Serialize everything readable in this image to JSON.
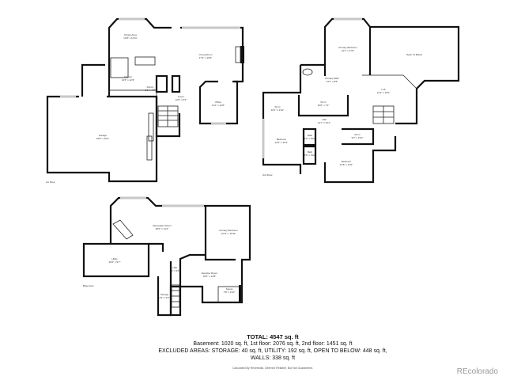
{
  "floors": [
    {
      "label": "1st Floor",
      "rooms": [
        {
          "name": "Dining Area",
          "dims": "14'8\" x 11'11\""
        },
        {
          "name": "Living Room",
          "dims": "17'4\" x 20'9\""
        },
        {
          "name": "Kitchen",
          "dims": "14'6\" x 12'3\""
        },
        {
          "name": "Pantry",
          "dims": "3'1\" x 4'3\""
        },
        {
          "name": "Foyer",
          "dims": "12'6\" x 5'4\""
        },
        {
          "name": "Office",
          "dims": "11'2\" x 12'8\""
        },
        {
          "name": "Garage",
          "dims": "34'8\" x 26'4\""
        }
      ]
    },
    {
      "label": "2nd Floor",
      "rooms": [
        {
          "name": "Primary Bedroom",
          "dims": "14'1\" x 17'6\""
        },
        {
          "name": "Open To Below",
          "dims": ""
        },
        {
          "name": "Primary Bath",
          "dims": "14'7\" x 8'5\""
        },
        {
          "name": "Loft",
          "dims": "21'2\" x 16'0\""
        },
        {
          "name": "W.I.C",
          "dims": "15'6\" x 7'2\""
        },
        {
          "name": "W.I.C",
          "dims": "10'1\" x 3'10\""
        },
        {
          "name": "Hall",
          "dims": "14'7\" x 9'11\""
        },
        {
          "name": "Bedroom",
          "dims": "12'6\" x 15'1\""
        },
        {
          "name": "Bath",
          "dims": "5'3\" x 8'10\""
        },
        {
          "name": "Bath",
          "dims": "5'6\" x 6'10\""
        },
        {
          "name": "W.I.C",
          "dims": "9'7\" x 4'10\""
        },
        {
          "name": "Bedroom",
          "dims": "14'5\" x 11'6\""
        }
      ]
    },
    {
      "label": "Basement",
      "rooms": [
        {
          "name": "Recreation Room",
          "dims": "30'0\" x 14'1\""
        },
        {
          "name": "Primary Bedroom",
          "dims": "12'11\" x 16'11\""
        },
        {
          "name": "Utility",
          "dims": "20'0\" x 9'7\""
        },
        {
          "name": "Hall",
          "dims": "4'3\" x 9'1\""
        },
        {
          "name": "Exercise Room",
          "dims": "16'5\" x 14'8\""
        },
        {
          "name": "Sauna",
          "dims": "7'8\" x 4'10\""
        },
        {
          "name": "Storage",
          "dims": "4'3\" x 9'2\""
        }
      ]
    }
  ],
  "summary": {
    "total": "TOTAL: 4547 sq. ft",
    "line1": "Basement: 1020 sq. ft, 1st floor: 2076 sq. ft, 2nd floor: 1451 sq. ft",
    "line2": "EXCLUDED AREAS: STORAGE: 40 sq. ft, UTILITY: 192 sq. ft, OPEN TO BELOW: 448 sq. ft,",
    "line3": "WALLS: 338 sq. ft",
    "disclaimer": "Calculated By Rexlmedia. Deemed Reliable, But Not Guaranteed."
  },
  "brand": "REcolorado"
}
